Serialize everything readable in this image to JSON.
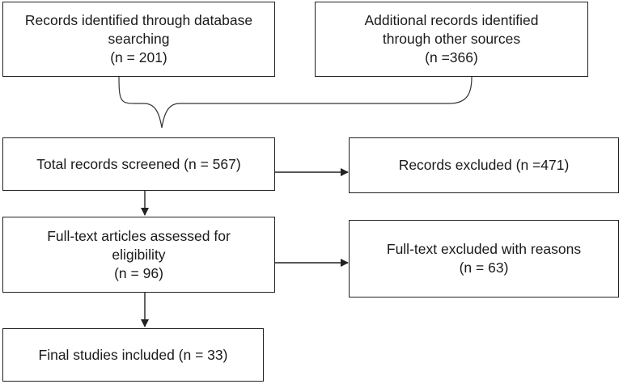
{
  "flowchart": {
    "db_records": {
      "lines": [
        "Records identified through database",
        "searching",
        "(n = 201)"
      ]
    },
    "other_records": {
      "lines": [
        "Additional records identified",
        "through other sources",
        "(n =366)"
      ]
    },
    "screened": {
      "lines": [
        "Total records screened (n = 567)"
      ]
    },
    "excluded": {
      "lines": [
        "Records excluded (n =471)"
      ]
    },
    "fulltext_assessed": {
      "lines": [
        "Full-text articles assessed for",
        "eligibility",
        "(n = 96)"
      ]
    },
    "fulltext_excluded": {
      "lines": [
        "Full-text excluded with reasons",
        "(n = 63)"
      ]
    },
    "included": {
      "lines": [
        "Final studies included (n = 33)"
      ]
    }
  }
}
